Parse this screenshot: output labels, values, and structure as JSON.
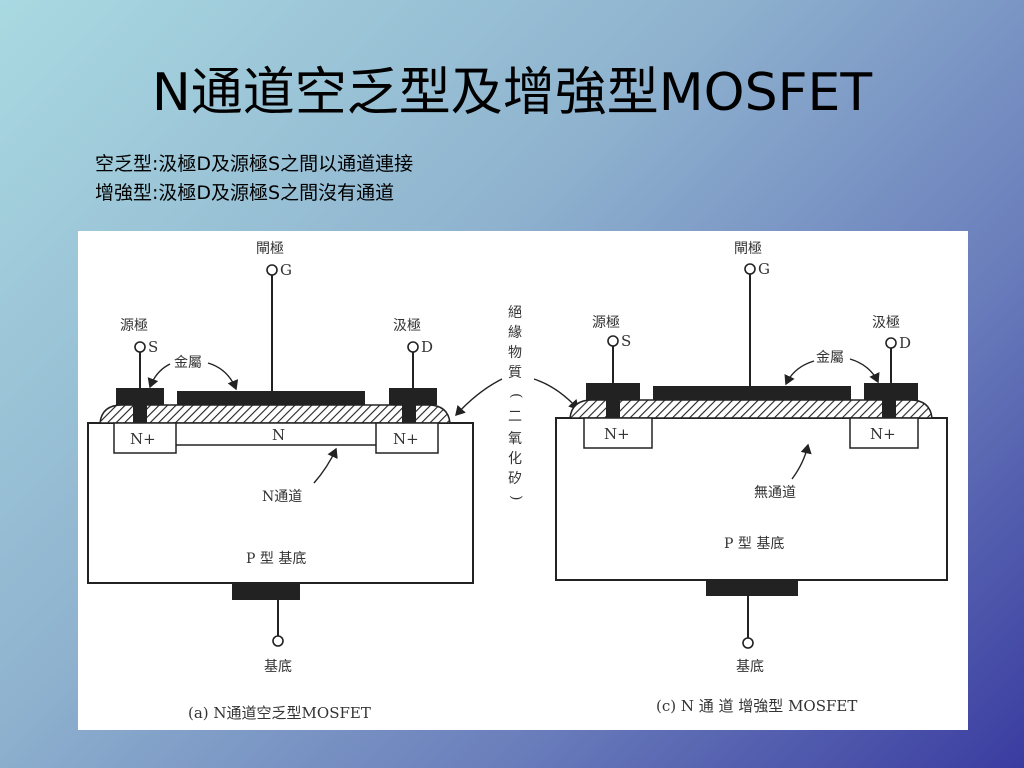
{
  "slide": {
    "title": "N通道空乏型及增強型MOSFET",
    "lines": [
      "空乏型:汲極D及源極S之間以通道連接",
      "增強型:汲極D及源極S之間沒有通道"
    ]
  },
  "diagram": {
    "depletion": {
      "gate": "閘極",
      "gate_terminal": "G",
      "source": "源極",
      "source_terminal": "S",
      "drain": "汲極",
      "drain_terminal": "D",
      "metal": "金屬",
      "n_plus_left": "N+",
      "n_region": "N",
      "n_plus_right": "N+",
      "channel": "N通道",
      "substrate_type": "P 型 基底",
      "substrate": "基底",
      "caption": "(a) N通道空乏型MOSFET"
    },
    "insulator": [
      "絕",
      "緣",
      "物",
      "質",
      "(",
      "二",
      "氧",
      "化",
      "矽",
      ")"
    ],
    "enhancement": {
      "gate": "閘極",
      "gate_terminal": "G",
      "source": "源極",
      "source_terminal": "S",
      "drain": "汲極",
      "drain_terminal": "D",
      "metal": "金屬",
      "n_plus_left": "N+",
      "n_plus_right": "N+",
      "channel": "無通道",
      "substrate_type": "P 型 基底",
      "substrate": "基底",
      "caption": "(c) N 通 道 增強型 MOSFET"
    }
  }
}
